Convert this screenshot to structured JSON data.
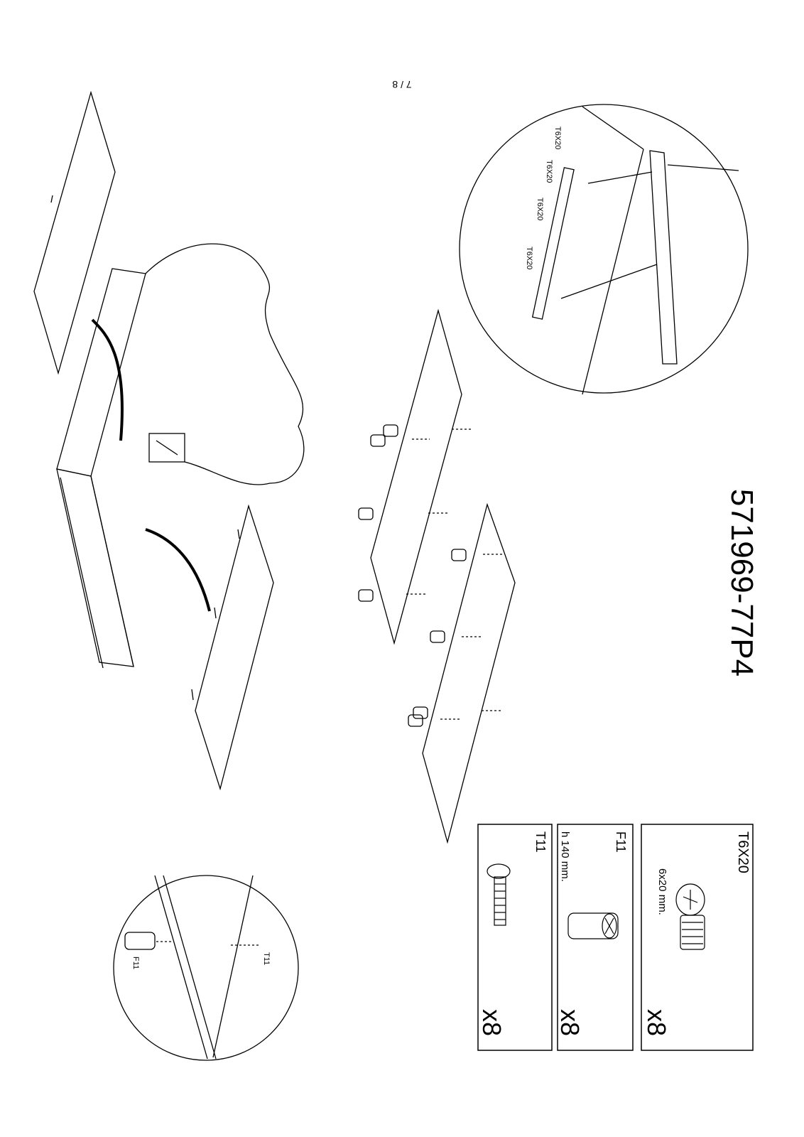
{
  "page_number": "7 / 8",
  "model_code": "571969-77P4",
  "parts": [
    {
      "code": "T6X20",
      "size": "6x20 mm.",
      "qty": "x8",
      "icon": "pan-head-screw-icon"
    },
    {
      "code": "F11",
      "size": "h 140 mm.",
      "qty": "x8",
      "icon": "dowel-leg-icon"
    },
    {
      "code": "T11",
      "size": "",
      "qty": "x8",
      "icon": "bolt-icon"
    }
  ],
  "detail_top": {
    "screw_labels": [
      "T6X20",
      "T6X20",
      "T6X20",
      "T6X20"
    ]
  },
  "detail_bottom": {
    "label_leg": "F11",
    "label_bolt": "T11"
  }
}
